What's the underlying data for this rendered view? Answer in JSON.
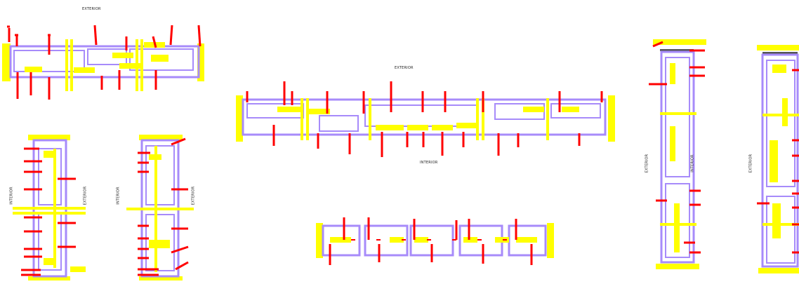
{
  "labels": {
    "top_left_exterior": "EXTERIOR",
    "center_exterior": "EXTERIOR",
    "center_interior": "INTERIOR",
    "mid_left_interior_1": "INTERIOR",
    "mid_left_exterior_1": "EXTERIOR",
    "mid_left_interior_2": "INTERIOR",
    "mid_left_exterior_2": "EXTERIOR",
    "right_exterior_1": "EXTERIOR",
    "right_interior_1": "INTERIOR",
    "right_exterior_2": "EXTERIOR"
  },
  "colors": {
    "frame": "#a78bfa",
    "frame_dark": "#8b6fe8",
    "glass": "#ffff00",
    "gasket": "#ff0000",
    "background": "#ffffff",
    "hardware": "#555555"
  }
}
